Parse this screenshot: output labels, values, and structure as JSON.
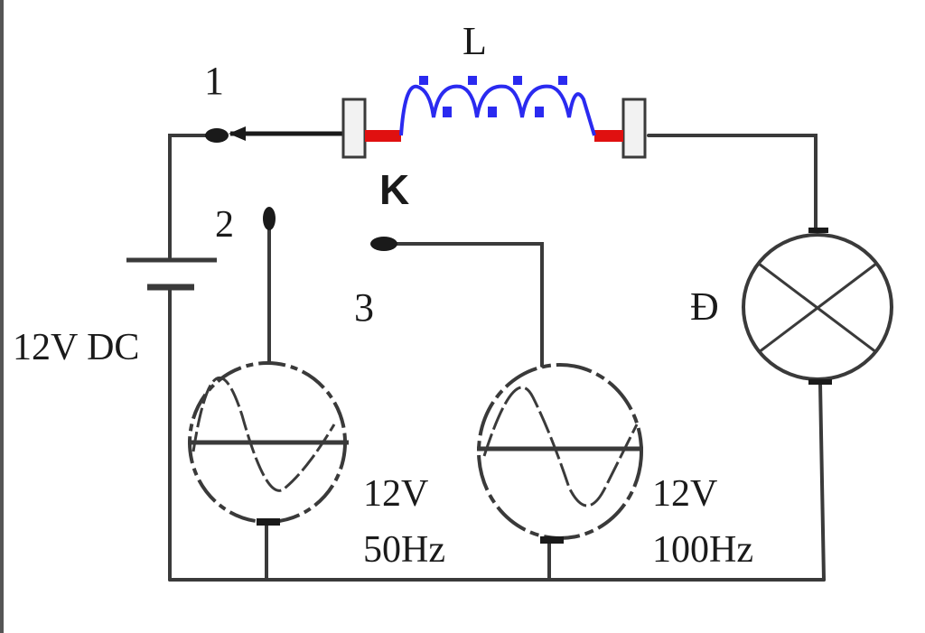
{
  "diagram": {
    "terminals": {
      "t1": "1",
      "t2": "2",
      "t3": "3"
    },
    "inductor": {
      "label": "L"
    },
    "switch": {
      "label": "K"
    },
    "battery": {
      "label": "12V DC"
    },
    "lamp": {
      "label": "Đ"
    },
    "source_50hz": {
      "voltage": "12V",
      "frequency": "50Hz"
    },
    "source_100hz": {
      "voltage": "12V",
      "frequency": "100Hz"
    },
    "colors": {
      "wire": "#3a3a3a",
      "coil": "#2a2af0",
      "contact": "#e01010",
      "text": "#1a1a1a"
    }
  }
}
